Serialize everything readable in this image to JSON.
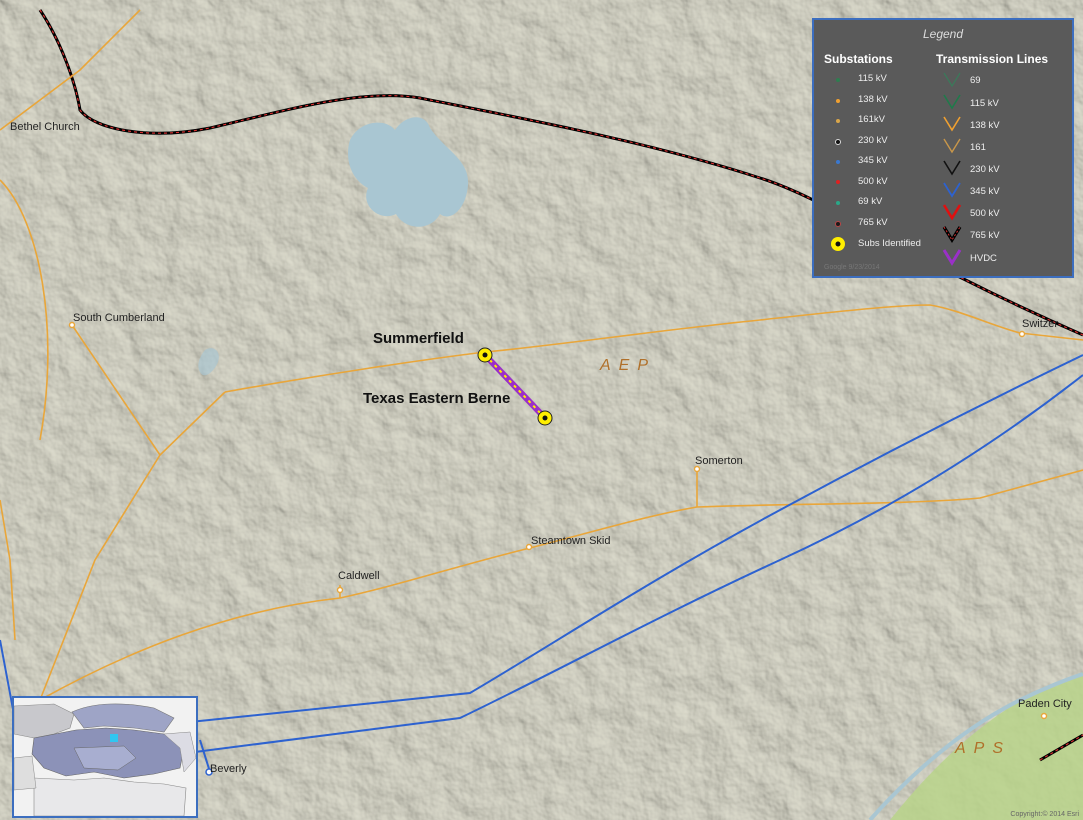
{
  "legend": {
    "title": "Legend",
    "substations_header": "Substations",
    "lines_header": "Transmission Lines",
    "substations": [
      {
        "label": "115 kV",
        "color": "#2e7d4f"
      },
      {
        "label": "138 kV",
        "color": "#f0a030"
      },
      {
        "label": "161kV",
        "color": "#d9a64a"
      },
      {
        "label": "230 kV",
        "color": "#111111"
      },
      {
        "label": "345 kV",
        "color": "#3a78d0"
      },
      {
        "label": "500 kV",
        "color": "#e02020"
      },
      {
        "label": "69 kV",
        "color": "#2aa888"
      },
      {
        "label": "765 kV",
        "color": "#1a1a1a"
      },
      {
        "label": "Subs Identified",
        "color": "#ffee00"
      }
    ],
    "lines": [
      {
        "label": "69",
        "color": "#3a7a5a"
      },
      {
        "label": "115 kV",
        "color": "#1f7a4a"
      },
      {
        "label": "138 kV",
        "color": "#f0a030"
      },
      {
        "label": "161",
        "color": "#c9974a"
      },
      {
        "label": "230 kV",
        "color": "#111111"
      },
      {
        "label": "345 kV",
        "color": "#2d62d0"
      },
      {
        "label": "500 kV",
        "color": "#e01010"
      },
      {
        "label": "765 kV",
        "color": "#000000"
      },
      {
        "label": "HVDC",
        "color": "#9a30c8"
      }
    ],
    "faint_text": "Google 9/23/2014"
  },
  "places": {
    "bethel_church": "Bethel Church",
    "south_cumberland": "South Cumberland",
    "switzer": "Switzer",
    "somerton": "Somerton",
    "steamtown_skid": "Steamtown Skid",
    "caldwell": "Caldwell",
    "beverly": "Beverly",
    "paden_city": "Paden City"
  },
  "identified": {
    "summerfield": "Summerfield",
    "texas_eastern_berne": "Texas Eastern Berne"
  },
  "regions": {
    "aep": "AEP",
    "aps": "APS"
  },
  "copyright": "Copyright:© 2014 Esri",
  "colors": {
    "terrain": "#d6d5c4",
    "water": "#a9c6d2",
    "line_138": "#e9a63a",
    "line_345": "#2d62d0",
    "line_765": "#000000",
    "line_765_dash": "#d63030",
    "hvdc": "#9a30c8",
    "subs_identified": "#ffee00",
    "aps_green": "#b8d48a"
  }
}
